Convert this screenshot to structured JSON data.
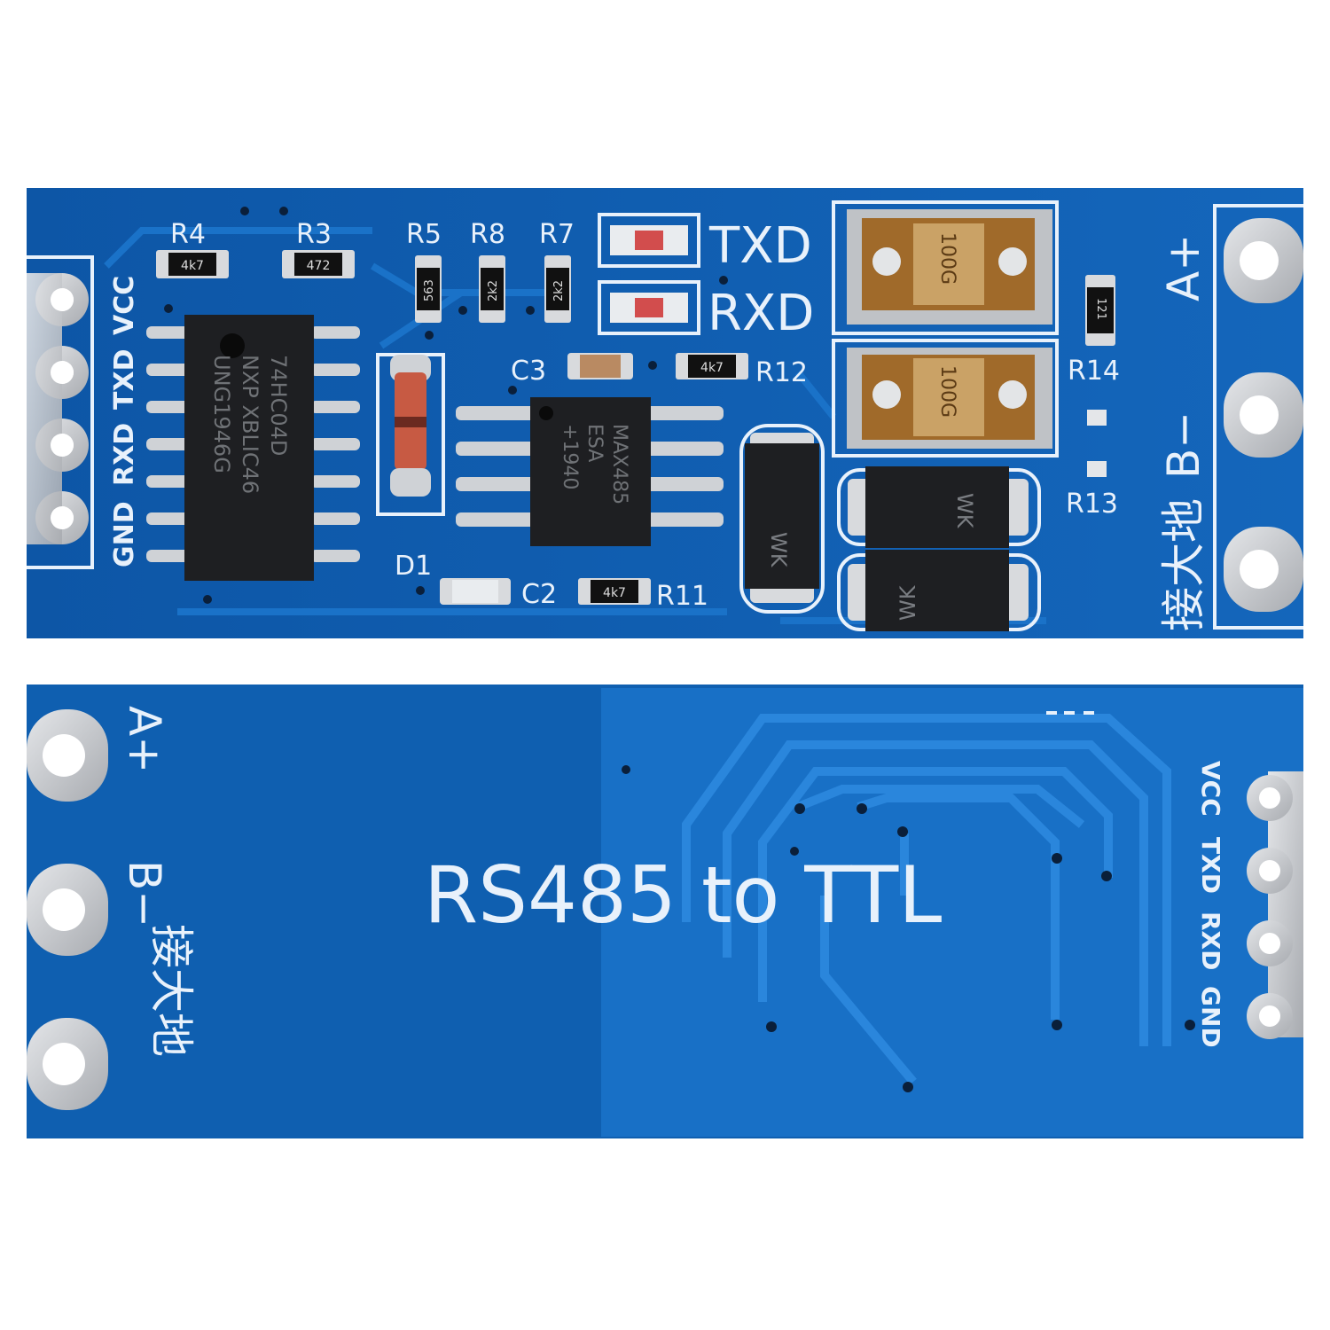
{
  "colors": {
    "background": "#ffffff",
    "pcb_blue": "#0f5fb4",
    "pcb_blue_light": "#1a78d0",
    "silkscreen": "#e8f1fb",
    "pad_silver": "#c9cbcf",
    "chip_black": "#1e1f22",
    "inductor_brown": "#a06a2a"
  },
  "front": {
    "pin_labels": [
      "GND",
      "RXD",
      "TXD",
      "VCC"
    ],
    "components": {
      "r4": "R4",
      "r3": "R3",
      "r5": "R5",
      "r8": "R8",
      "r7": "R7",
      "r12": "R12",
      "r11": "R11",
      "r14": "R14",
      "r13": "R13",
      "c3": "C3",
      "c2": "C2",
      "d1": "D1"
    },
    "resistor_markings": {
      "r4": "4k7",
      "r3": "472",
      "r5": "563",
      "r8": "2k2",
      "r7": "2k2",
      "r12": "4k7",
      "r11": "4k7",
      "r14": "121"
    },
    "led_labels": {
      "txd": "TXD",
      "rxd": "RXD"
    },
    "chip1_text": [
      "74HC04D",
      "NXP  XBLIC46",
      "UNG1946G"
    ],
    "chip2_text": [
      "MAX485",
      "ESA",
      "+1940"
    ],
    "inductor_marking": "100G",
    "diode_marking": "WK",
    "terminal_labels": {
      "a": "A+",
      "b": "B−",
      "ground": "接大地"
    }
  },
  "back": {
    "title": "RS485 to TTL",
    "pin_labels": [
      "VCC",
      "TXD",
      "RXD",
      "GND"
    ],
    "terminal_labels": {
      "a": "A+",
      "b": "B−",
      "ground": "接大地"
    }
  }
}
